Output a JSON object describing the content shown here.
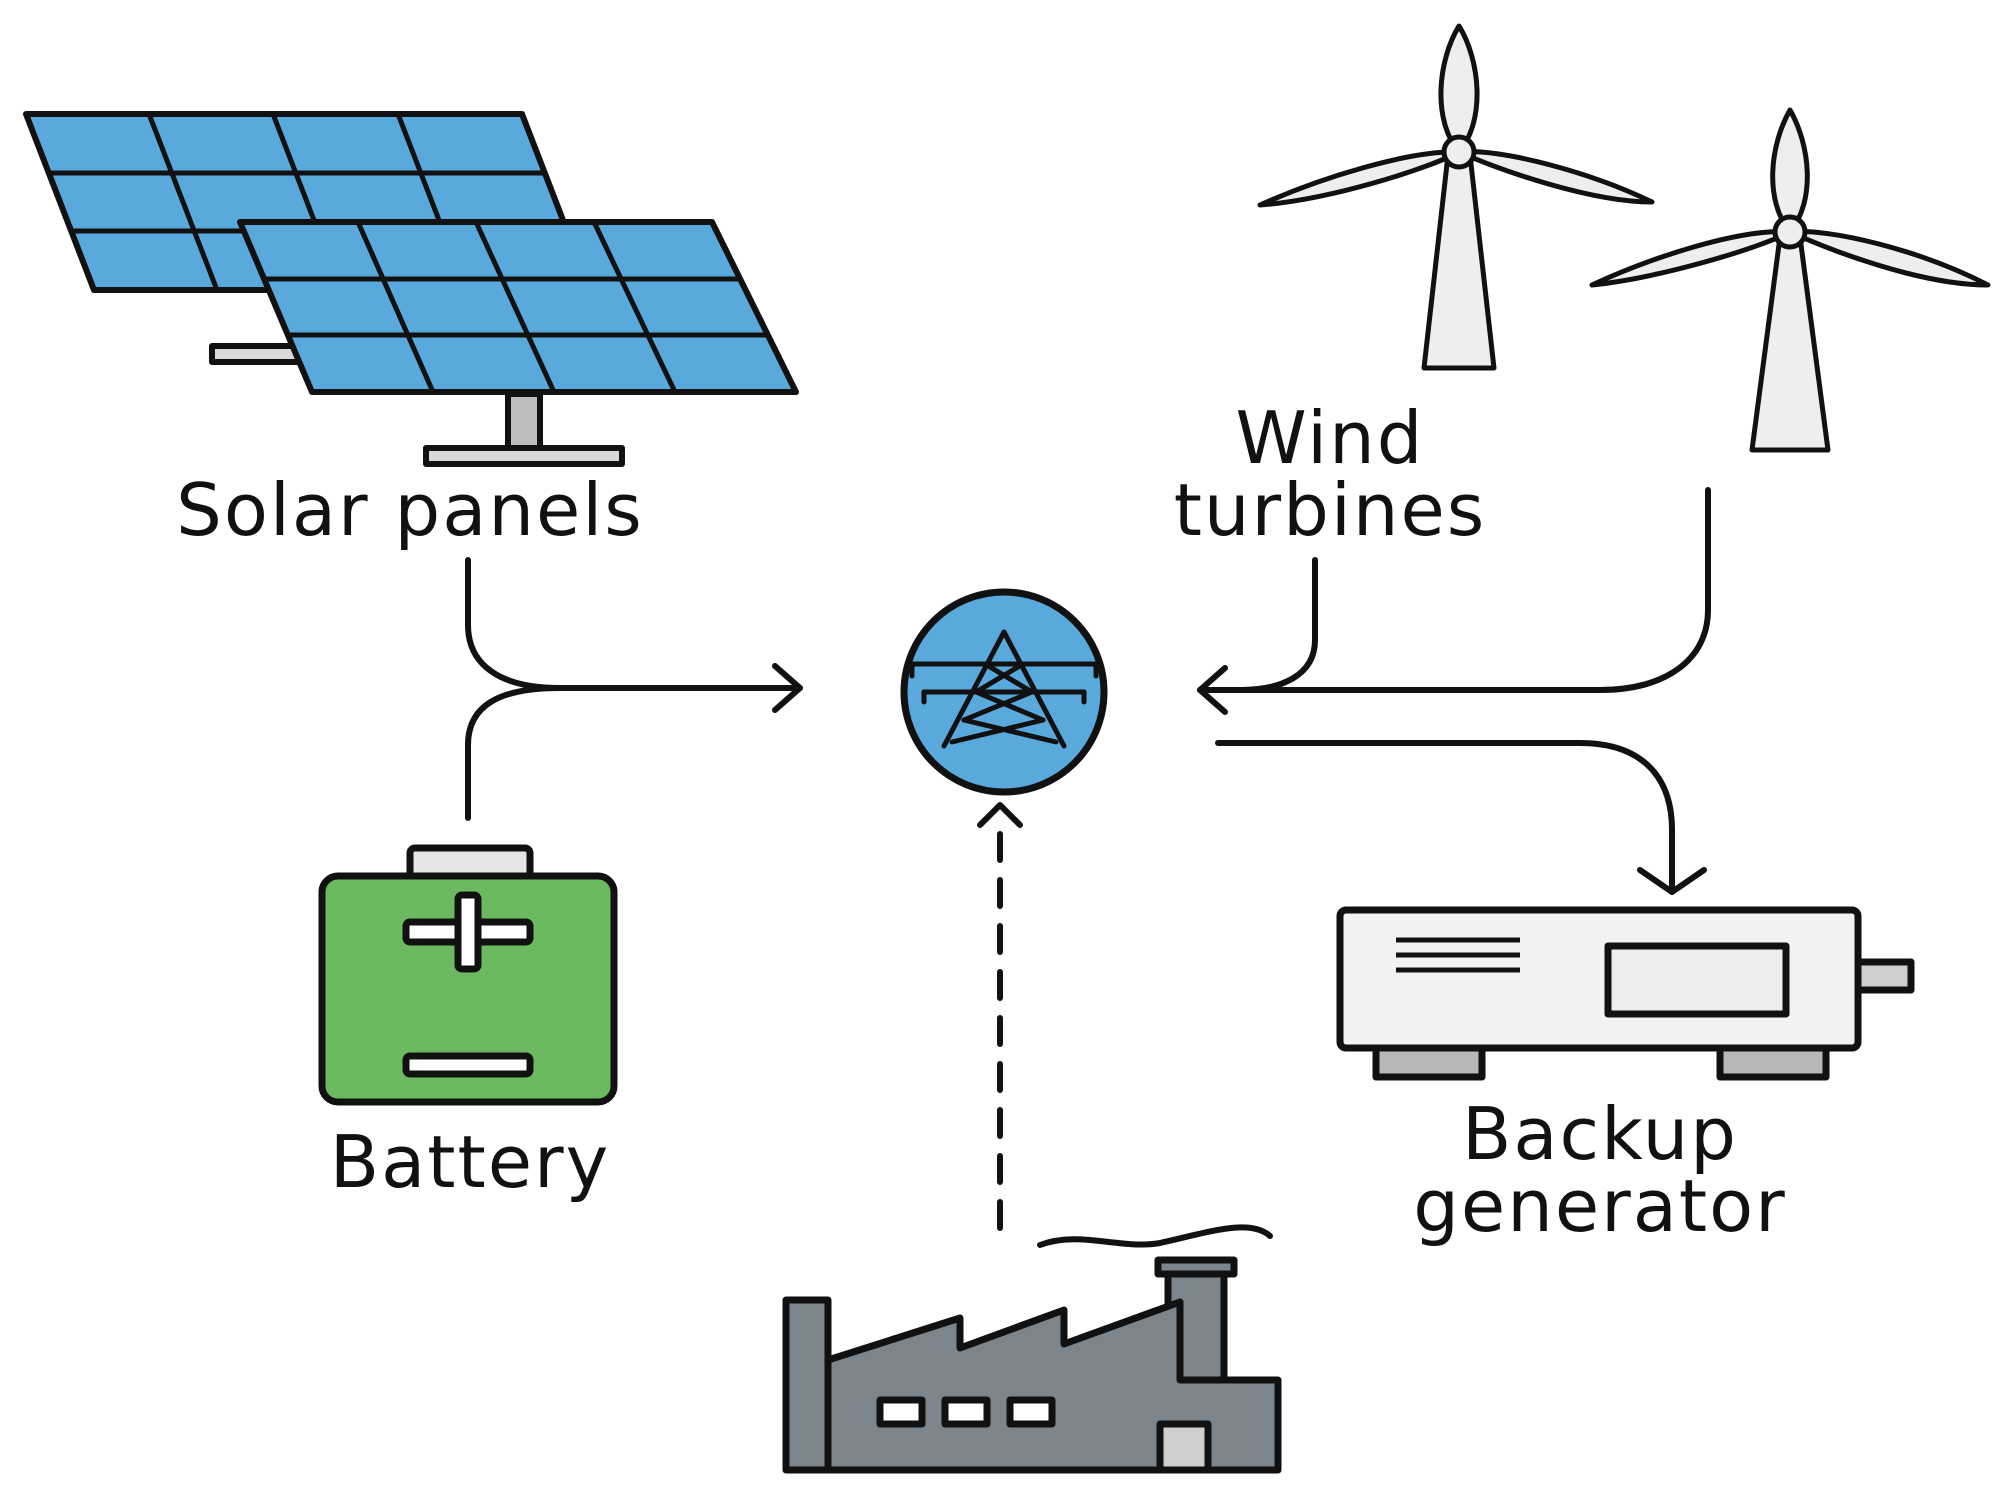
{
  "labels": {
    "solar": "Solar panels",
    "wind_line1": "Wind",
    "wind_line2": "turbines",
    "battery": "Battery",
    "generator_line1": "Backup",
    "generator_line2": "generator"
  },
  "colors": {
    "solar_cell": "#5aa9dc",
    "hub": "#5aa9dc",
    "battery": "#6cba5f",
    "turbine": "#eeeeee",
    "generator_body": "#f2f2f2",
    "generator_feet": "#b8b8b8",
    "factory": "#7d858c",
    "stroke": "#111111"
  },
  "icons": [
    "solar-panel-icon",
    "wind-turbine-icon",
    "transmission-tower-icon",
    "battery-icon",
    "generator-icon",
    "factory-icon"
  ]
}
